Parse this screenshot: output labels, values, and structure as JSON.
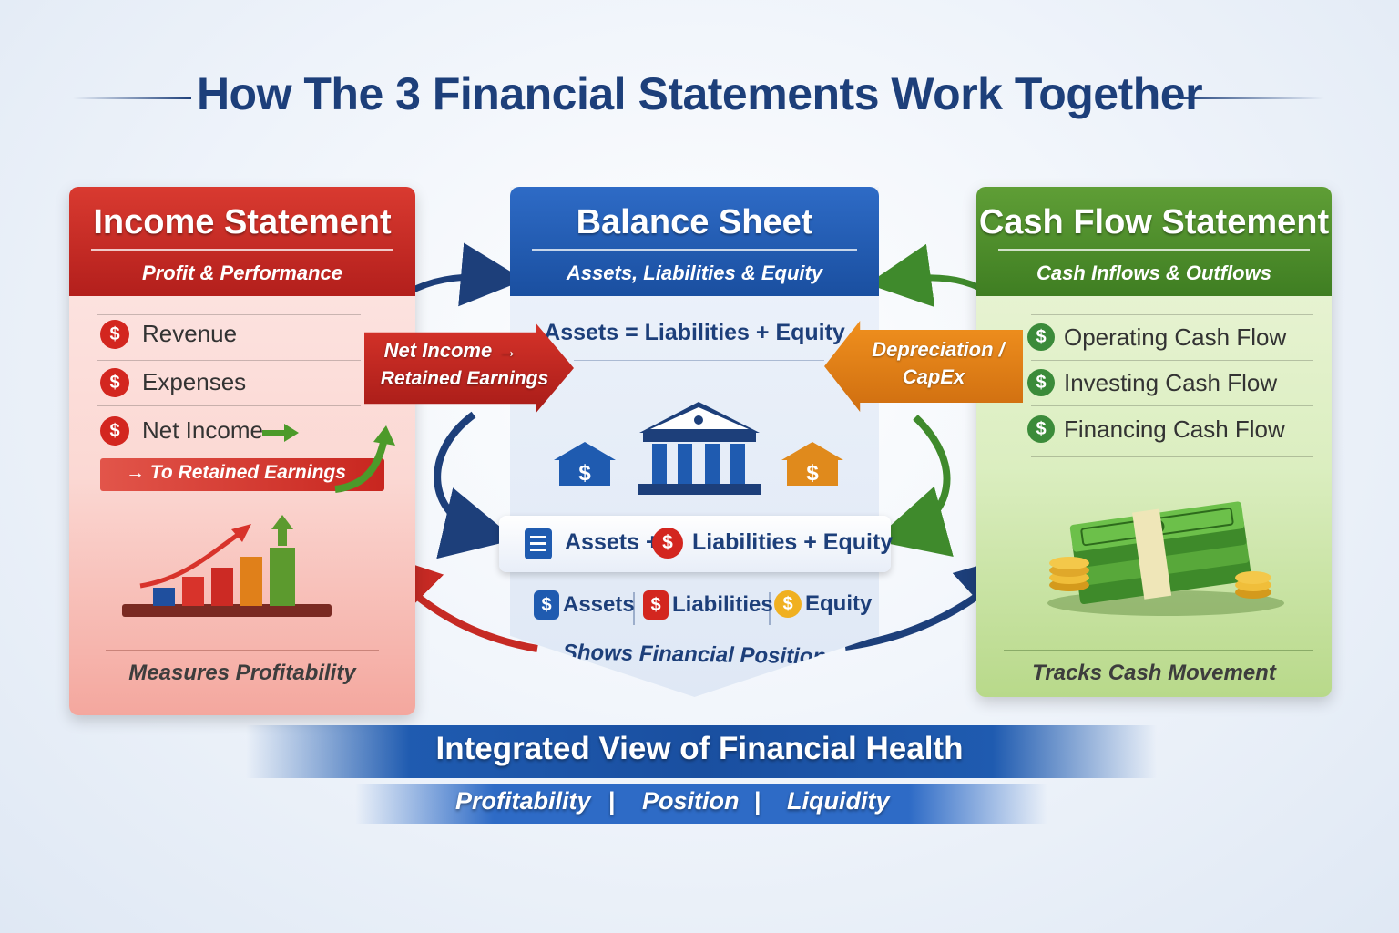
{
  "title": "How The 3 Financial Statements Work Together",
  "income": {
    "title": "Income Statement",
    "subtitle": "Profit & Performance",
    "items": [
      "Revenue",
      "Expenses",
      "Net Income"
    ],
    "arrow_note": "→ To Retained Earnings",
    "footer": "Measures Profitability",
    "color": "#c62a24"
  },
  "balance": {
    "title": "Balance Sheet",
    "subtitle": "Assets, Liabilities & Equity",
    "equation": "Assets = Liabilities + Equity",
    "box_left": "Assets +",
    "box_right": "Liabilities + Equity",
    "minis": [
      "Assets",
      "Liabilities",
      "Equity"
    ],
    "footer": "Shows Financial Position",
    "color": "#1f5bb0"
  },
  "cash": {
    "title": "Cash Flow Statement",
    "subtitle": "Cash Inflows & Outflows",
    "items": [
      "Operating Cash Flow",
      "Investing Cash Flow",
      "Financing Cash Flow"
    ],
    "footer": "Tracks Cash Movement",
    "color": "#4f8f2b"
  },
  "links": {
    "net_income_line1": "Net Income →",
    "net_income_line2": "Retained Earnings",
    "depreciation_line1": "Depreciation /",
    "depreciation_line2": "CapEx"
  },
  "symbols": {
    "dollar": "$"
  },
  "bottom": {
    "title": "Integrated View of Financial Health",
    "tags": [
      "Profitability",
      "Position",
      "Liquidity"
    ],
    "divider": "|"
  }
}
